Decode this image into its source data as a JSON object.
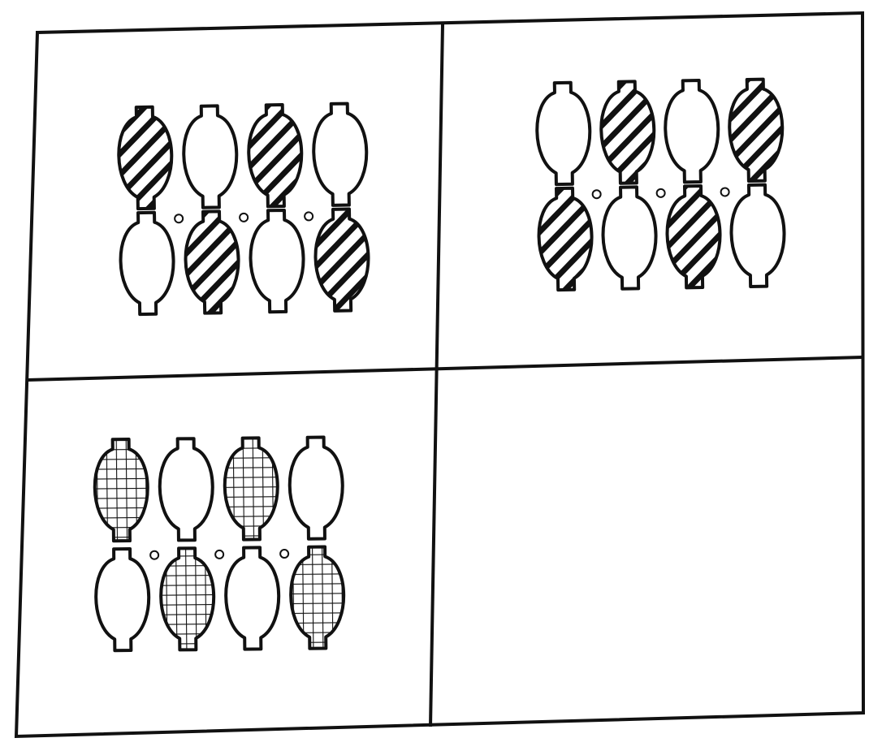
{
  "puzzle": {
    "panels": [
      {
        "id": "top-left",
        "fill": "stripes",
        "phase": "pattern-first",
        "filled_cols": [
          0,
          2
        ],
        "dots": 3
      },
      {
        "id": "top-right",
        "fill": "stripes",
        "phase": "empty-first",
        "filled_cols": [
          1,
          3
        ],
        "dots": 3
      },
      {
        "id": "bottom-left",
        "fill": "grid",
        "phase": "pattern-first",
        "filled_cols": [
          0,
          2
        ],
        "dots": 3
      },
      {
        "id": "bottom-right",
        "fill": "none",
        "phase": "blank",
        "filled_cols": [],
        "dots": 0
      }
    ],
    "pattern_names": [
      "stripes",
      "grid"
    ],
    "stroke_color": "#111111",
    "background_color": "#ffffff"
  }
}
